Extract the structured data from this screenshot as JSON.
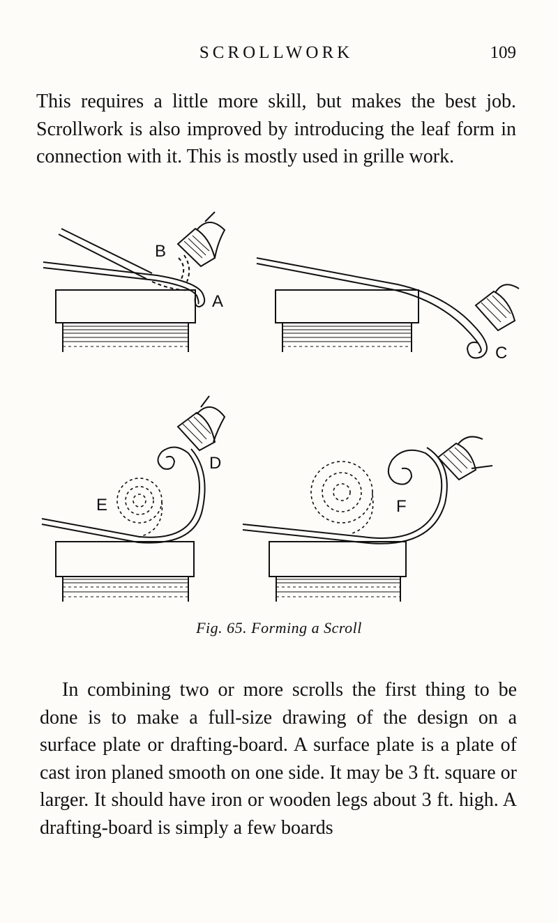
{
  "header": {
    "running_title": "SCROLLWORK",
    "page_number": "109"
  },
  "paragraphs": [
    "This requires a little more skill, but makes the best job. Scrollwork is also improved by introducing the leaf form in connection with it. This is mostly used in grille work.",
    "In combining two or more scrolls the first thing to be done is to make a full-size drawing of the design on a surface plate or drafting-board. A surface plate is a plate of cast iron planed smooth on one side. It may be 3 ft. square or larger. It should have iron or wooden legs about 3 ft. high. A drafting-board is simply a few boards"
  ],
  "figure": {
    "caption": "Fig. 65. Forming a Scroll",
    "labels": {
      "a": "A",
      "b": "B",
      "c": "C",
      "d": "D",
      "e": "E",
      "f": "F"
    }
  }
}
